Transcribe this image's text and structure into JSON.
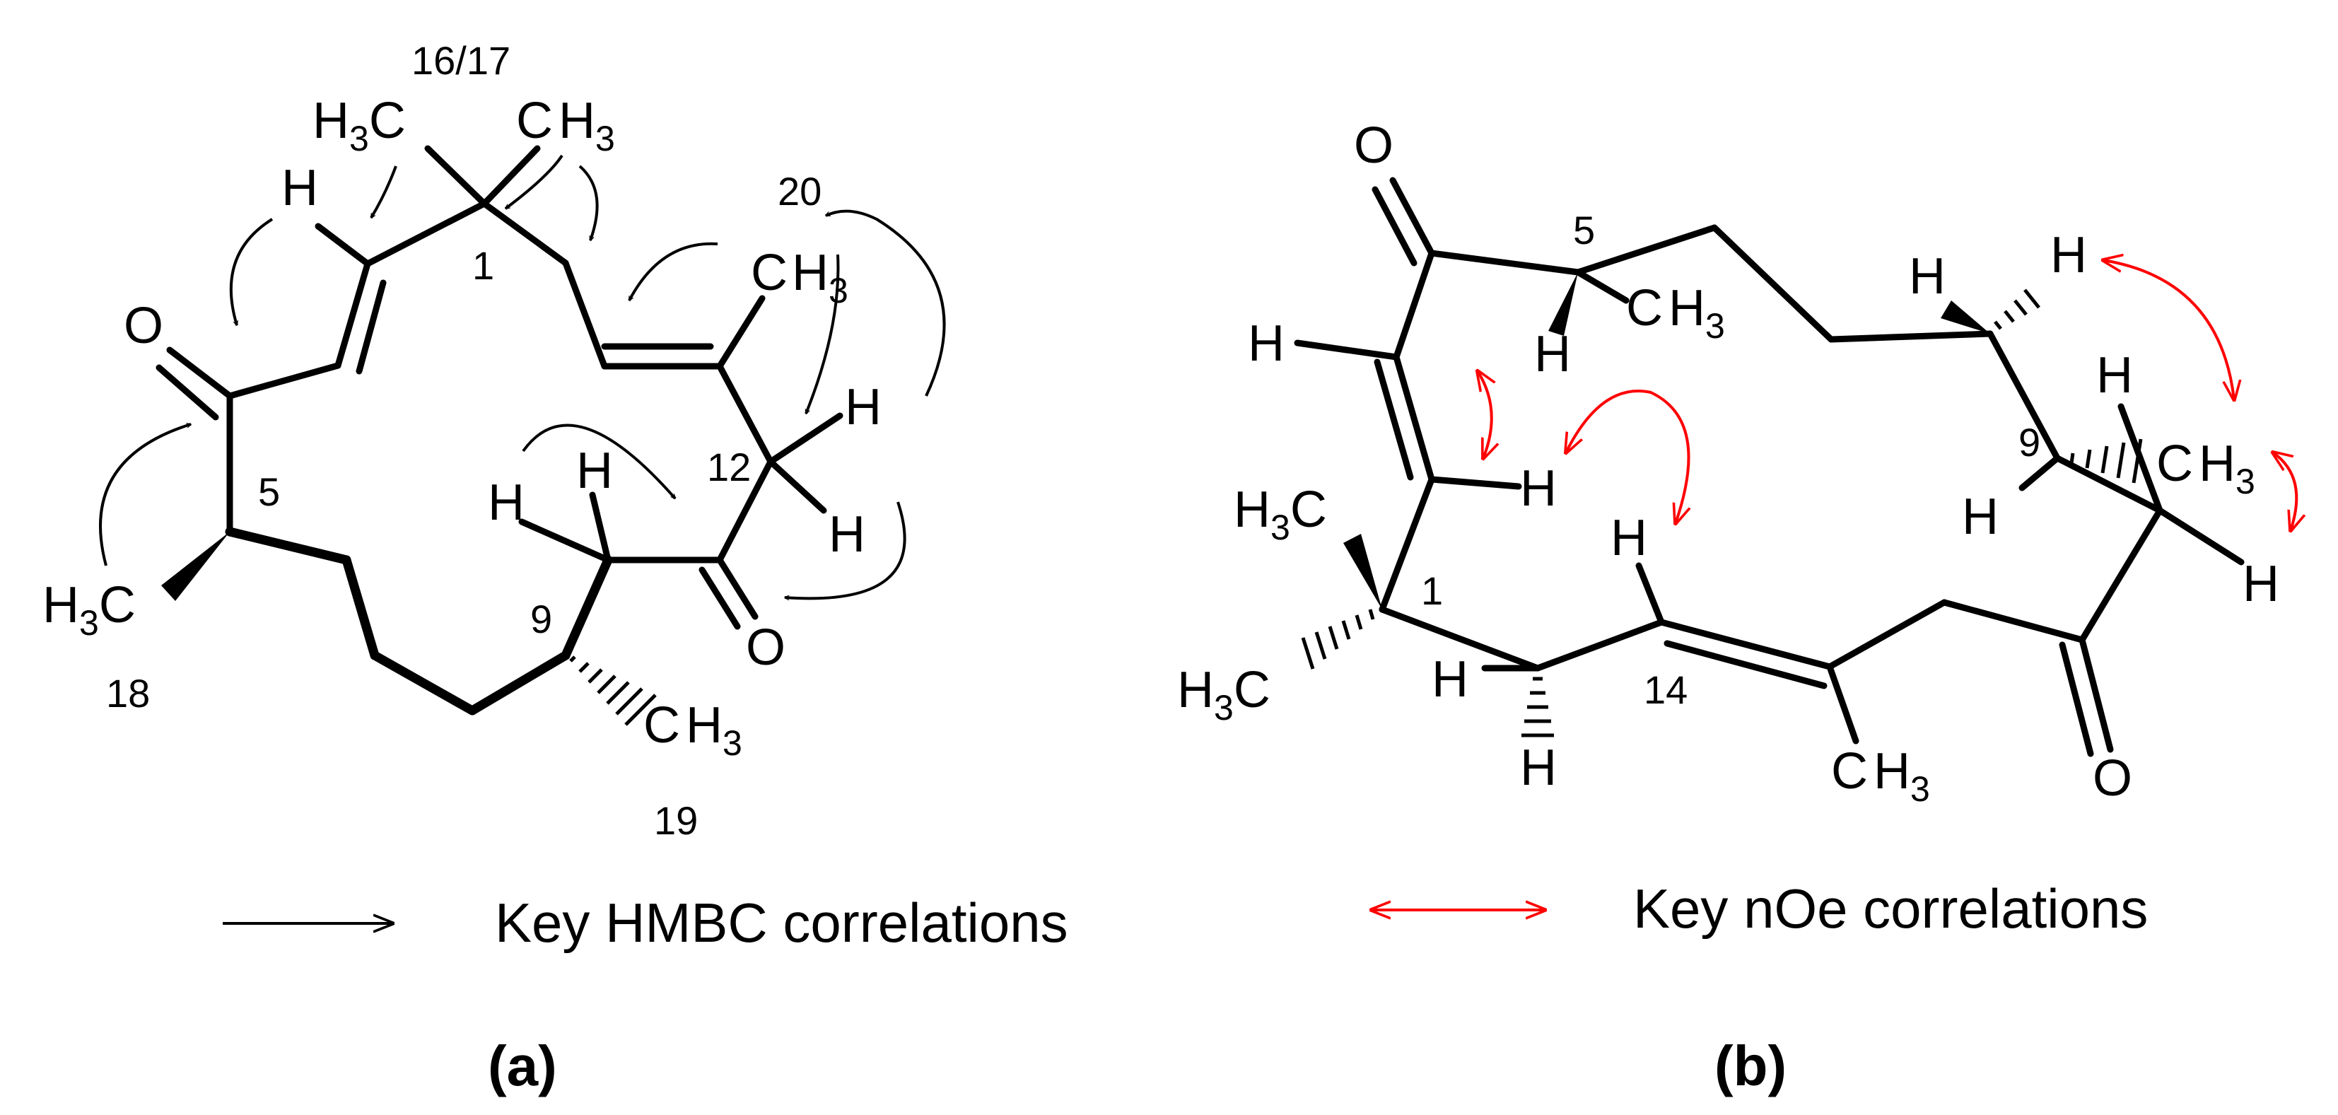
{
  "panel_a": {
    "label": "(a)",
    "legend": "Key HMBC correlations",
    "locants": {
      "c16_17": "16/17",
      "c1": "1",
      "c20": "20",
      "c12": "12",
      "c5": "5",
      "c9": "9",
      "c18": "18",
      "c19": "19"
    }
  },
  "panel_b": {
    "label": "(b)",
    "legend": "Key nOe correlations",
    "locants": {
      "c5": "5",
      "c9": "9",
      "c1": "1",
      "c14": "14"
    }
  },
  "colors": {
    "hmbc_arrow": "#000000",
    "noe_arrow": "#ff0000"
  }
}
